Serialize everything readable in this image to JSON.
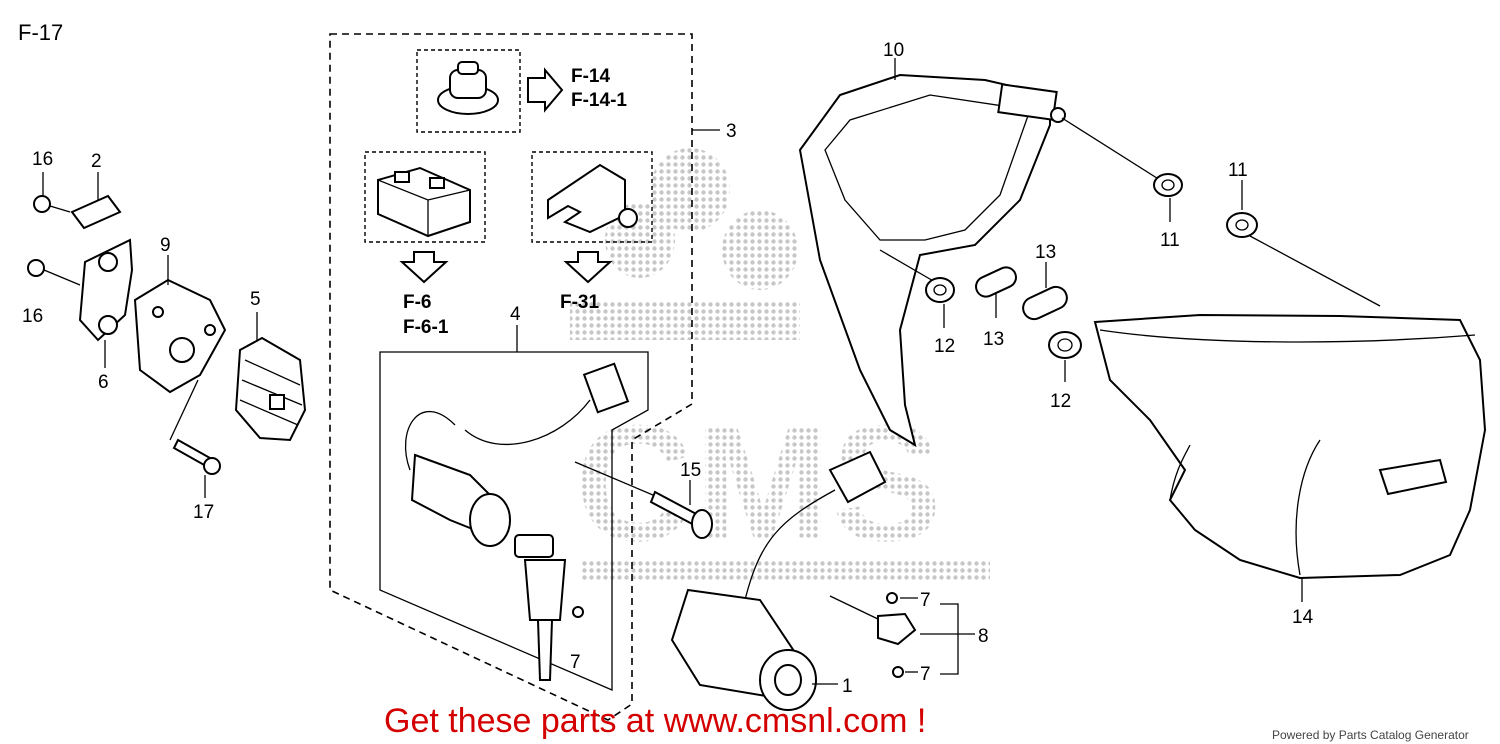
{
  "diagram": {
    "page_code": "F-17",
    "promo_text": "Get these parts at www.cmsnl.com !",
    "powered_by": "Powered by Parts Catalog Generator",
    "watermark_text": "CMS",
    "references": {
      "f14": "F-14",
      "f14_1": "F-14-1",
      "f6": "F-6",
      "f6_1": "F-6-1",
      "f31": "F-31"
    },
    "callouts": {
      "c1": "1",
      "c2": "2",
      "c3": "3",
      "c4": "4",
      "c5": "5",
      "c6": "6",
      "c7a": "7",
      "c7b": "7",
      "c7c": "7",
      "c8": "8",
      "c9": "9",
      "c10": "10",
      "c11a": "11",
      "c11b": "11",
      "c12a": "12",
      "c12b": "12",
      "c13a": "13",
      "c13b": "13",
      "c14": "14",
      "c15": "15",
      "c16a": "16",
      "c16b": "16",
      "c17": "17"
    }
  }
}
